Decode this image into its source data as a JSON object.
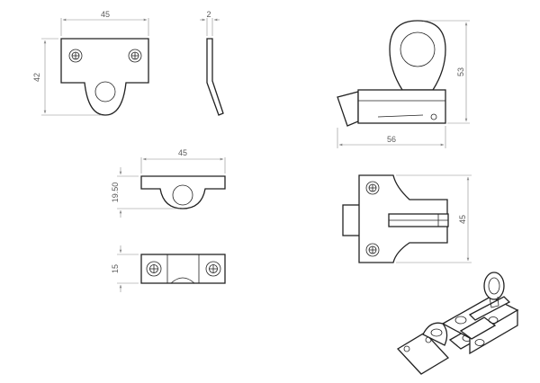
{
  "dimensions": {
    "plate_width": "45",
    "plate_thickness": "2",
    "plate_height": "42",
    "bolt_height": "53",
    "bolt_length": "56",
    "keeper_width": "45",
    "keeper_height": "19.50",
    "keeper_depth": "15",
    "body_height": "45"
  }
}
